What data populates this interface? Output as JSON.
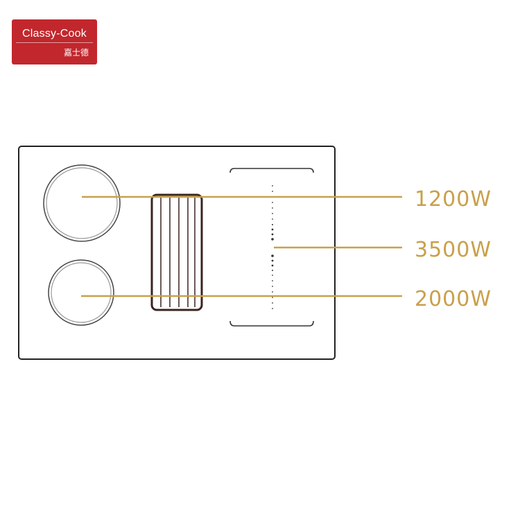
{
  "logo": {
    "name": "Classy-Cook",
    "subtitle": "嘉士德"
  },
  "labels": {
    "top": "1200W",
    "middle": "3500W",
    "bottom": "2000W"
  },
  "colors": {
    "brand": "#c1272d",
    "leader": "#c9a04a",
    "outline": "#222222"
  }
}
